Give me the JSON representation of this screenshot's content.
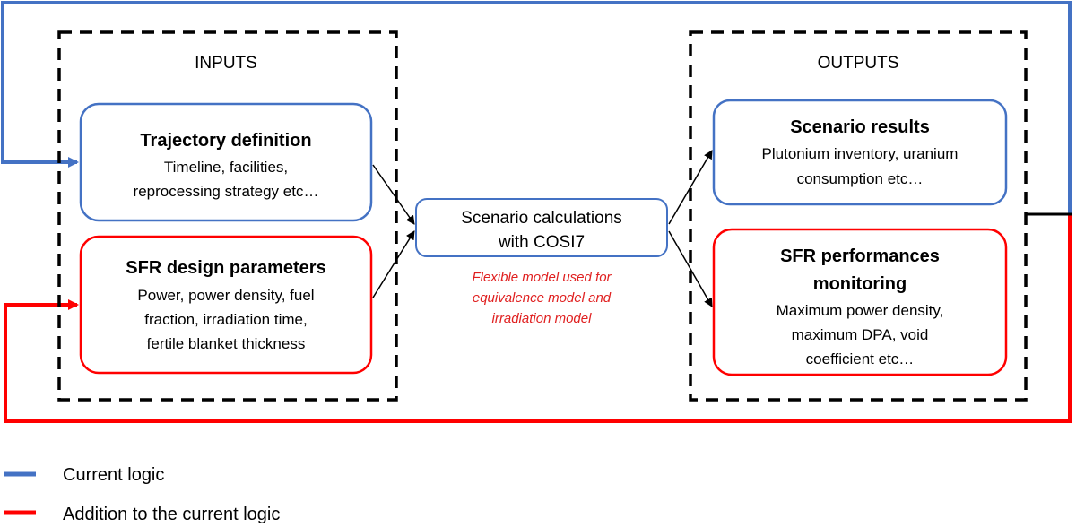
{
  "inputs": {
    "label": "INPUTS",
    "trajectory": {
      "title": "Trajectory definition",
      "lines": [
        "Timeline, facilities,",
        "reprocessing strategy etc…"
      ]
    },
    "sfr_design": {
      "title": "SFR design parameters",
      "lines": [
        "Power, power density, fuel",
        "fraction, irradiation time,",
        "fertile blanket thickness"
      ]
    }
  },
  "center": {
    "lines": [
      "Scenario calculations",
      "with COSI7"
    ],
    "note": [
      "Flexible model used for",
      "equivalence model and",
      "irradiation model"
    ]
  },
  "outputs": {
    "label": "OUTPUTS",
    "scenario_results": {
      "title": "Scenario results",
      "lines": [
        "Plutonium inventory, uranium",
        "consumption etc…"
      ]
    },
    "sfr_performances": {
      "title_lines": [
        "SFR performances",
        "monitoring"
      ],
      "lines": [
        "Maximum power density,",
        "maximum DPA, void",
        "coefficient etc…"
      ]
    }
  },
  "legend": {
    "current": "Current logic",
    "addition": "Addition to the current logic"
  },
  "colors": {
    "blue": "#4472C4",
    "red": "#FF0000",
    "note_red": "#E02020",
    "dash": "#000000"
  }
}
